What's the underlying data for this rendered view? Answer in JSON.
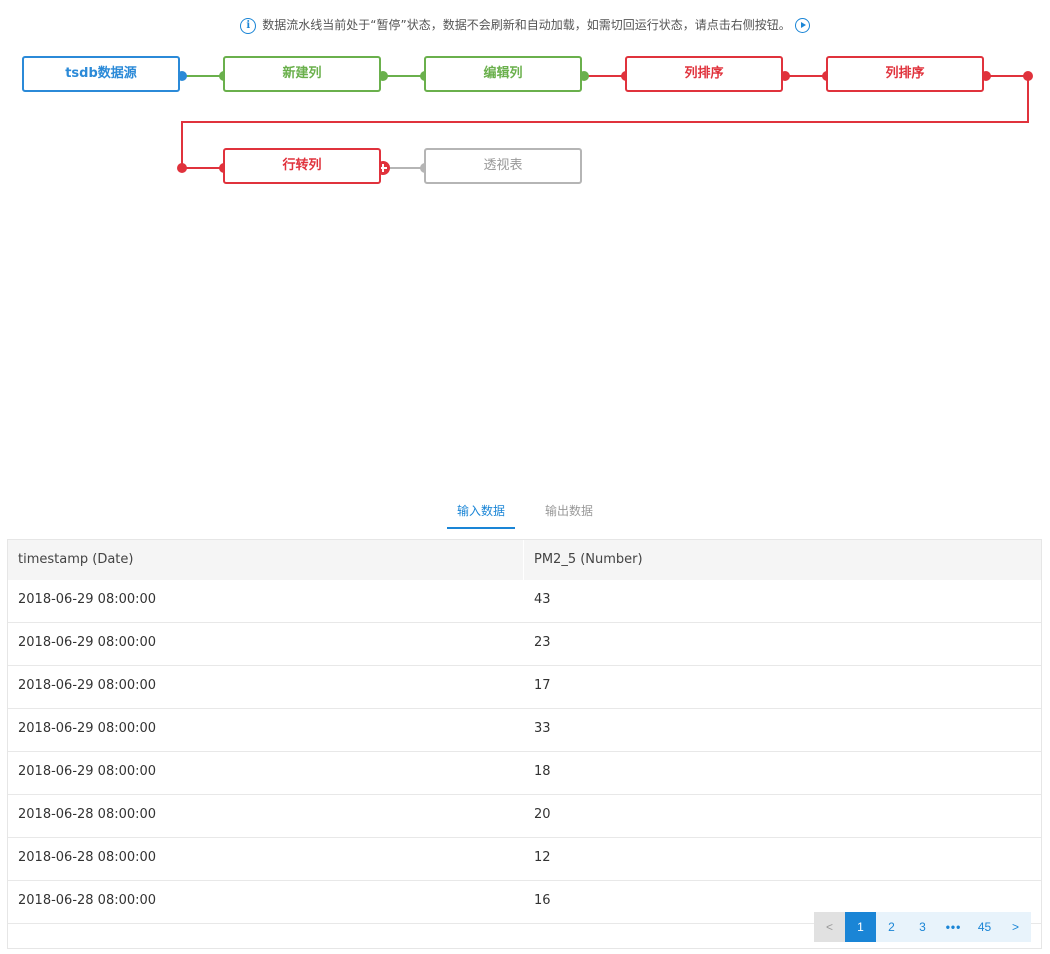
{
  "notice": {
    "text": "数据流水线当前处于“暂停”状态，数据不会刷新和自动加载，如需切回运行状态，请点击右侧按钮。"
  },
  "pipeline": {
    "nodes": [
      {
        "label": "tsdb数据源"
      },
      {
        "label": "新建列"
      },
      {
        "label": "编辑列"
      },
      {
        "label": "列排序"
      },
      {
        "label": "列排序"
      },
      {
        "label": "行转列"
      },
      {
        "label": "透视表"
      }
    ],
    "colors": {
      "blue": "#2b8ad8",
      "green": "#6ab04c",
      "red": "#e0323c",
      "gray": "#b5b5b5"
    }
  },
  "tabs": [
    {
      "label": "输入数据"
    },
    {
      "label": "输出数据"
    }
  ],
  "table": {
    "columns": [
      "timestamp (Date)",
      "PM2_5 (Number)"
    ],
    "rows": [
      [
        "2018-06-29 08:00:00",
        "43"
      ],
      [
        "2018-06-29 08:00:00",
        "23"
      ],
      [
        "2018-06-29 08:00:00",
        "17"
      ],
      [
        "2018-06-29 08:00:00",
        "33"
      ],
      [
        "2018-06-29 08:00:00",
        "18"
      ],
      [
        "2018-06-28 08:00:00",
        "20"
      ],
      [
        "2018-06-28 08:00:00",
        "12"
      ],
      [
        "2018-06-28 08:00:00",
        "16"
      ]
    ]
  },
  "pagination": {
    "prev": "<",
    "pages": [
      "1",
      "2",
      "3"
    ],
    "ellipsis": "•••",
    "last": "45",
    "next": ">"
  }
}
